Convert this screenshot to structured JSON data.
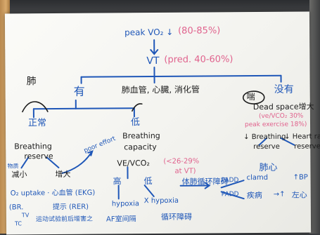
{
  "top": {
    "peak_vo2": "peak VO₂ ↓",
    "peak_range": "(80-85%)",
    "vt": "VT",
    "vt_pred": "(pred. 40-60%)"
  },
  "branches": {
    "lung": "肺",
    "yes": "有",
    "vessel": "肺血管, 心臓, 消化管",
    "circled": "喘",
    "none": "没有",
    "dead_space": "Dead space增大",
    "ve_line1": "(ve/VCO₂ 30%",
    "ve_line2": "peak exercise 18%)"
  },
  "left": {
    "normal": "正常",
    "breathing": "Breathing",
    "reserve": "reserve",
    "less": "减小",
    "increase": "增大",
    "poor_effort": "poor effort",
    "side_note": "物质",
    "o2_uptake": "O₂ uptake · 心血管 (EKG)",
    "bp_line": "(BR.",
    "mixed": "提示 (RER)",
    "rec": "运动试验前后增害之",
    "ts": "TC",
    "tc": "TV"
  },
  "middle": {
    "low": "低",
    "breathing": "Breathing",
    "capacity": "capacity",
    "ve_vco2": "VE/VCO₂",
    "ve_range": "(<26-29%",
    "at_vt": "at VT)",
    "high": "高",
    "low2": "低",
    "hypoxia": "hypoxia",
    "x_hypoxia": "X hypoxia",
    "af": "AF室间隔",
    "dots": "循环障碍"
  },
  "right": {
    "vessel": "肺心",
    "breathing": "↓ Breathing",
    "reserve": "reserve",
    "heart": "↓ Heart rate",
    "heart_reserve": "reserve",
    "vent_path": "体肺循环障碍",
    "padd": "PADD",
    "cland": "clamd",
    "up_bp": "↑BP",
    "padd2": "PADD",
    "disease": "疾病",
    "arrow_r": "→↑",
    "lab": "左心"
  }
}
